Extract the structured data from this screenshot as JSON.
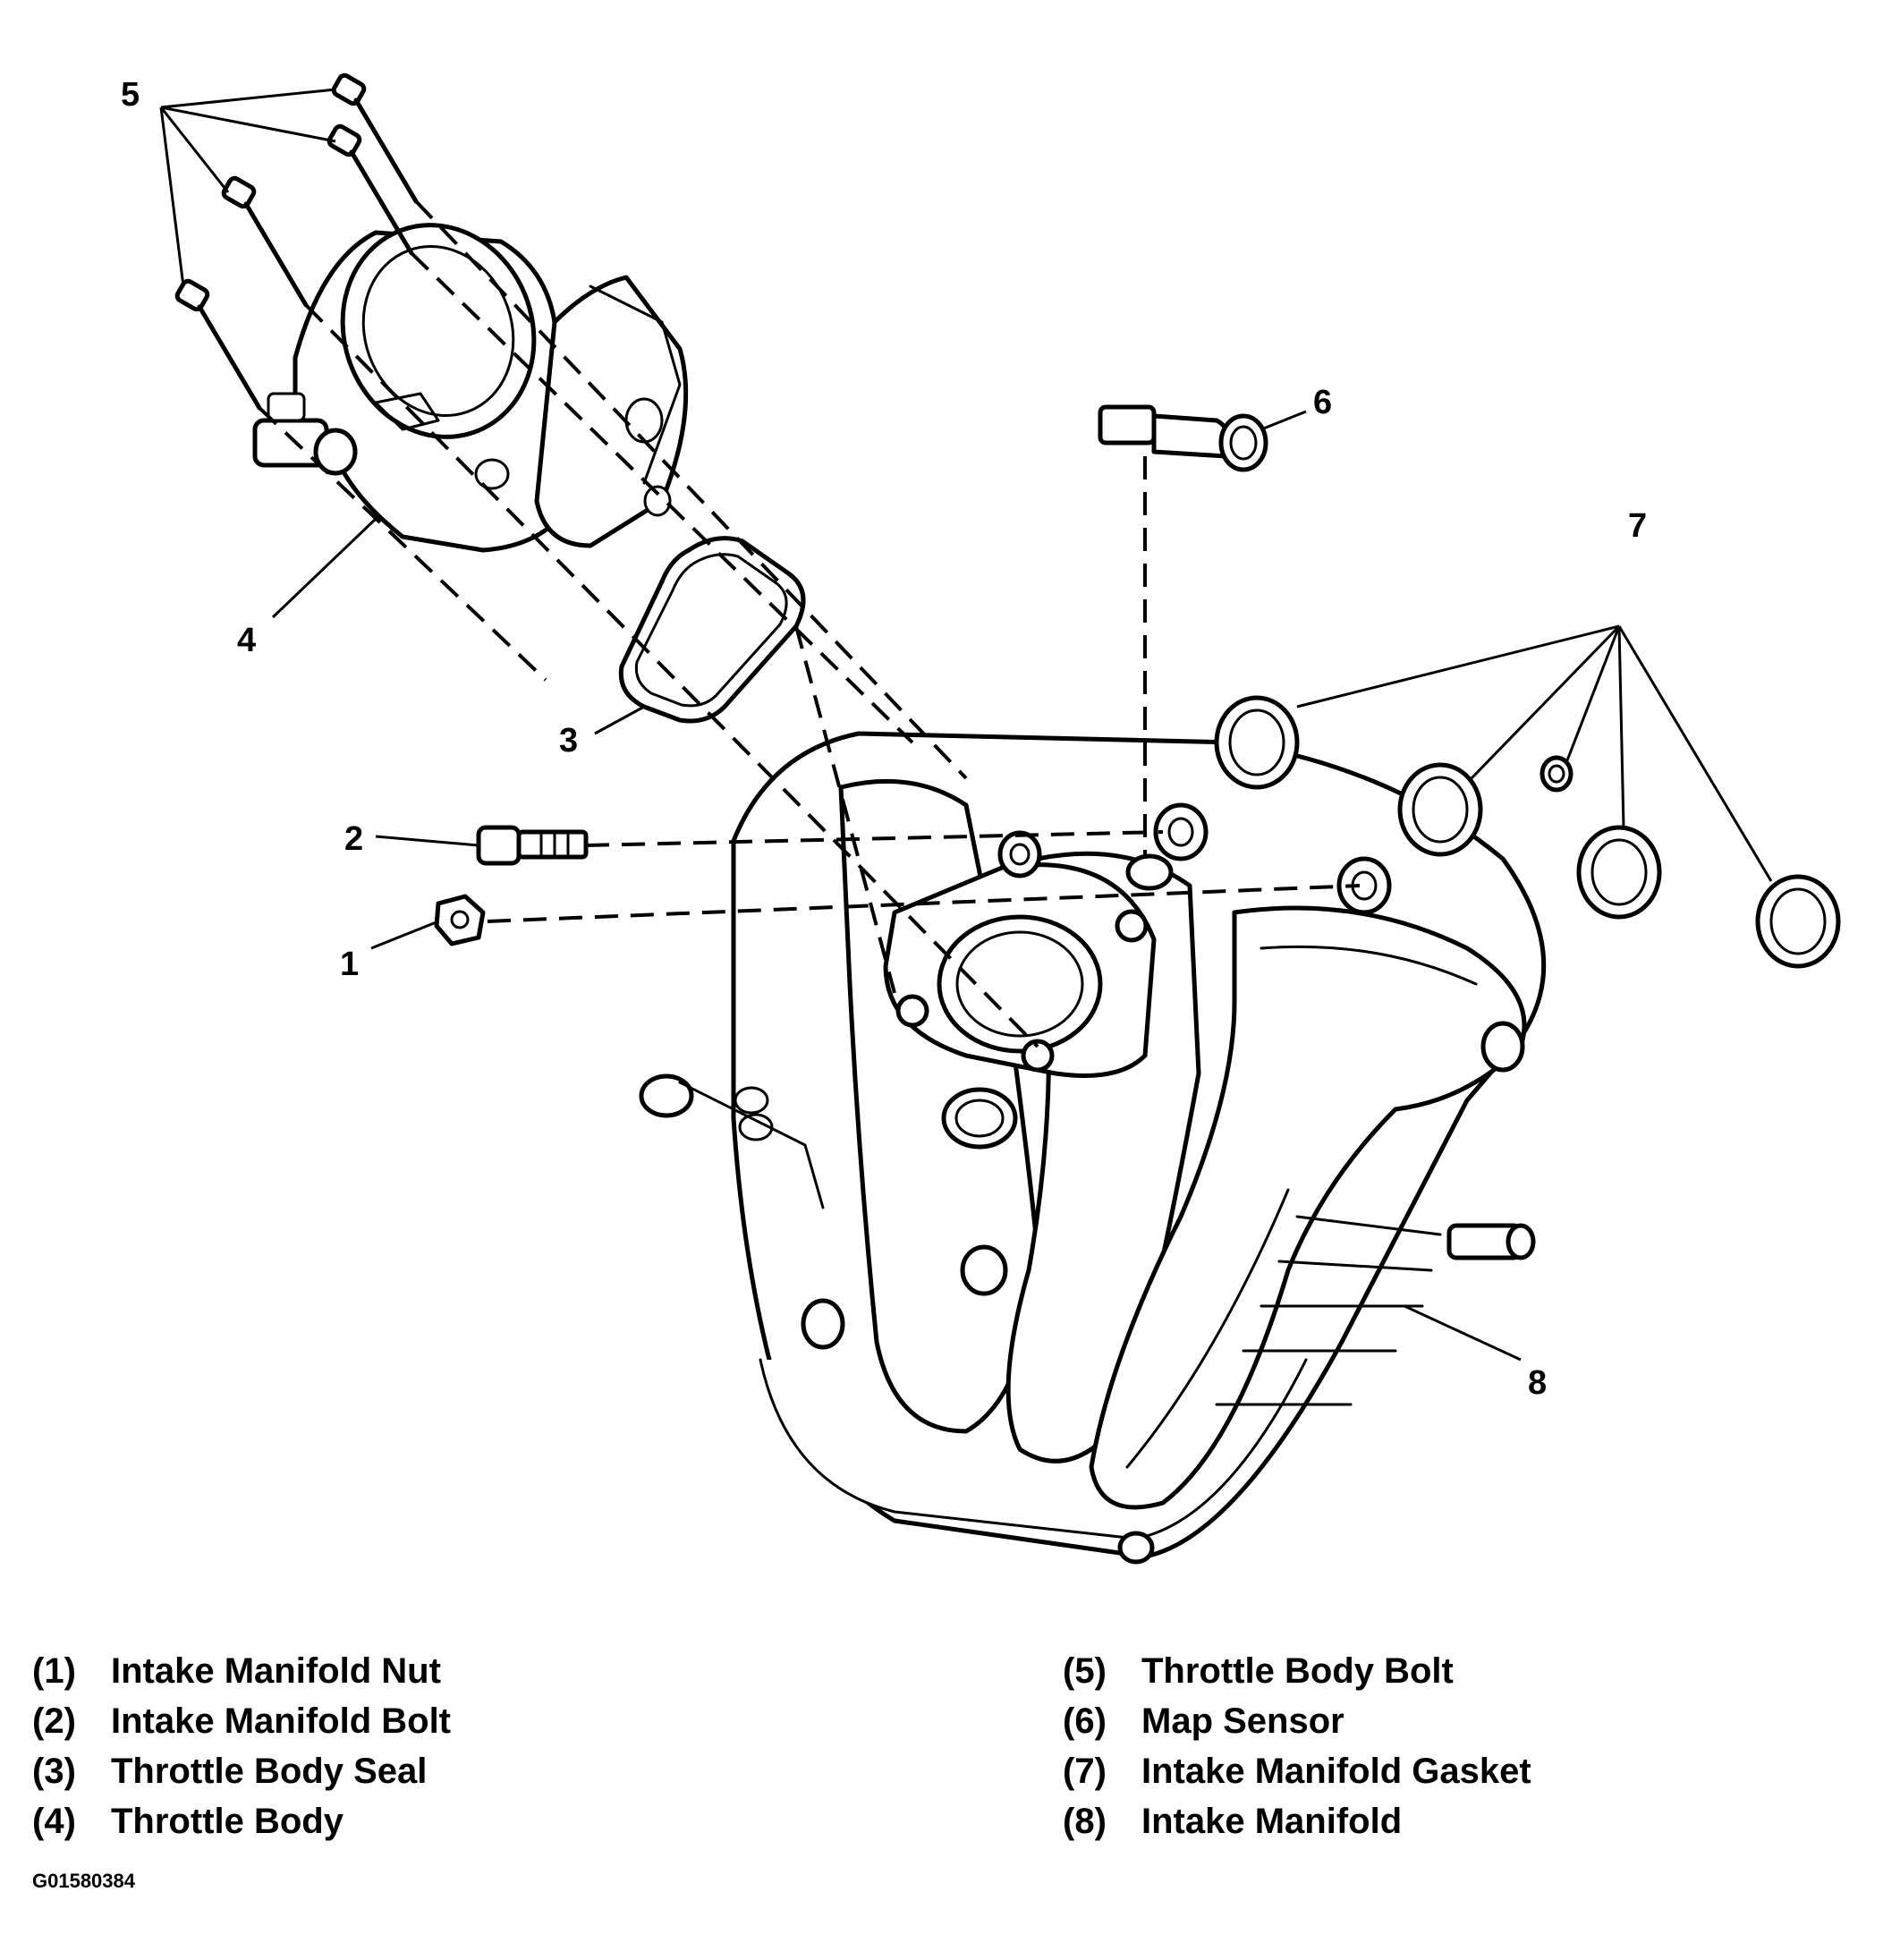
{
  "callouts": {
    "c1": "1",
    "c2": "2",
    "c3": "3",
    "c4": "4",
    "c5": "5",
    "c6": "6",
    "c7": "7",
    "c8": "8"
  },
  "legend": {
    "left": [
      {
        "num": "(1)",
        "label": "Intake Manifold Nut"
      },
      {
        "num": "(2)",
        "label": "Intake Manifold Bolt"
      },
      {
        "num": "(3)",
        "label": "Throttle Body Seal"
      },
      {
        "num": "(4)",
        "label": "Throttle Body"
      }
    ],
    "right": [
      {
        "num": "(5)",
        "label": "Throttle Body Bolt"
      },
      {
        "num": "(6)",
        "label": "Map Sensor"
      },
      {
        "num": "(7)",
        "label": "Intake Manifold Gasket"
      },
      {
        "num": "(8)",
        "label": "Intake Manifold"
      }
    ]
  },
  "figure_id": "G01580384"
}
